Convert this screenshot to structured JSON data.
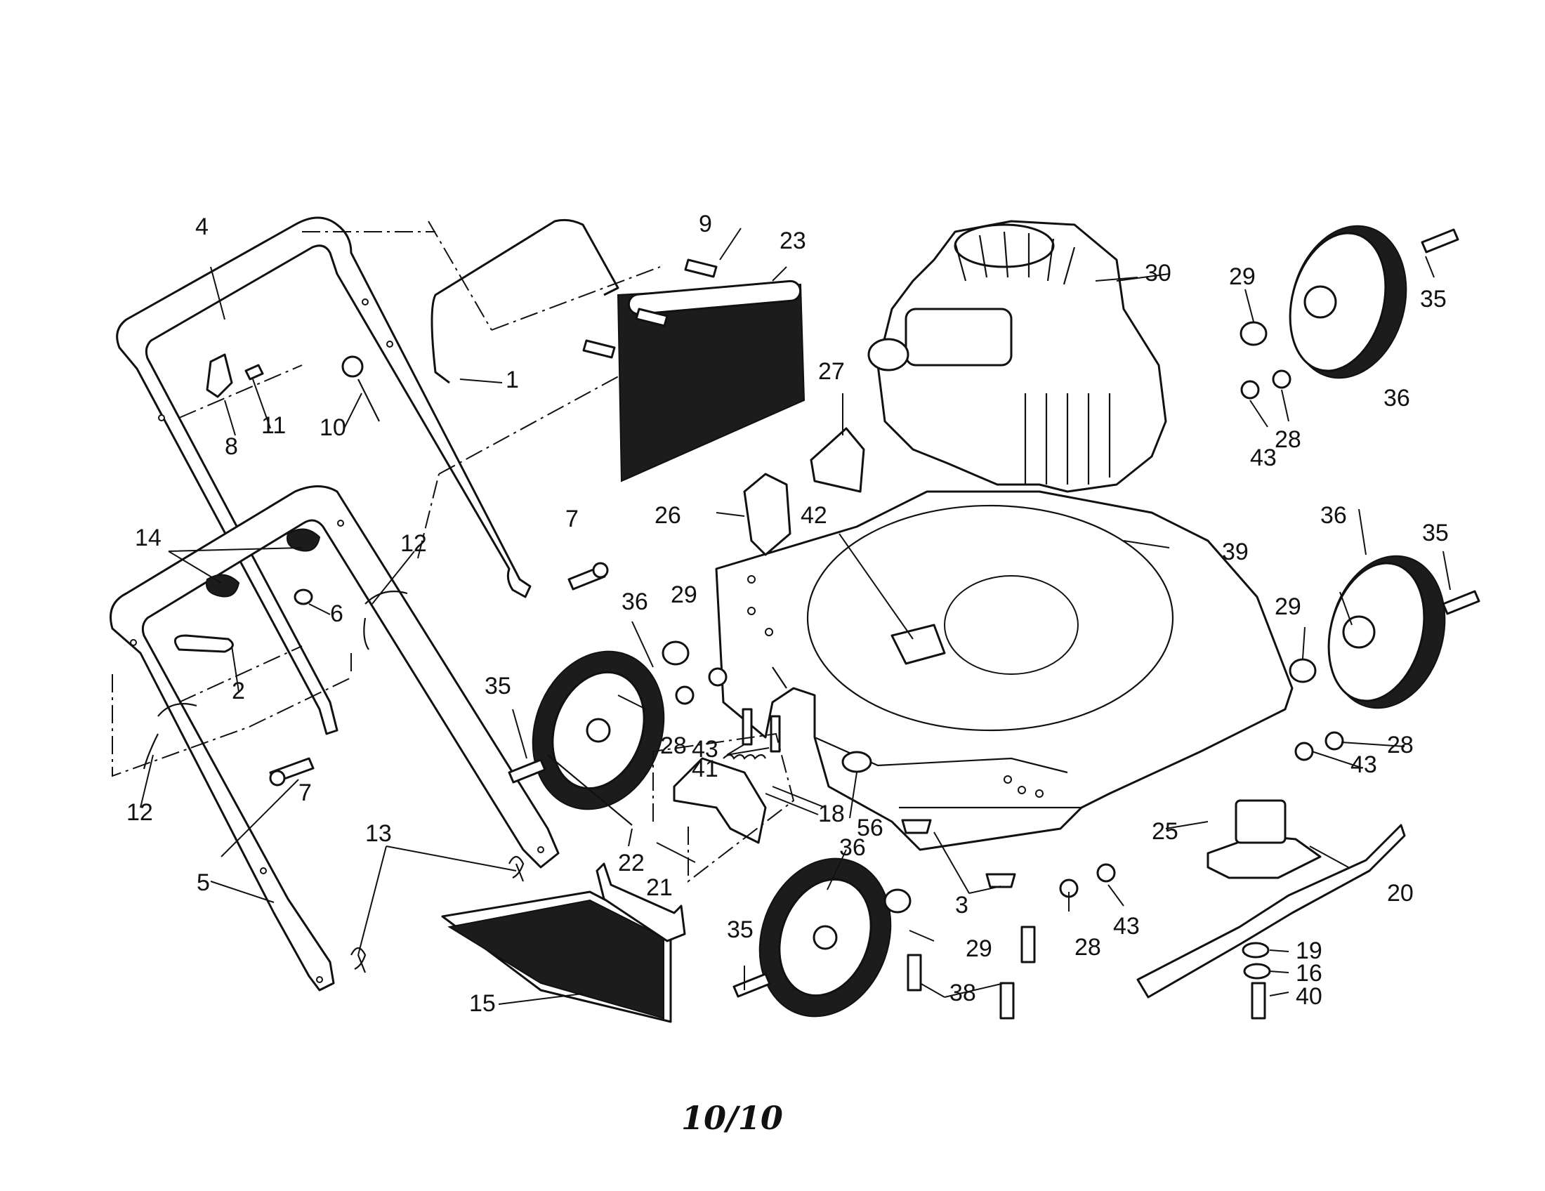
{
  "page": {
    "number_label": "10/10"
  },
  "callouts": [
    "1",
    "2",
    "3",
    "4",
    "5",
    "6",
    "7",
    "7",
    "8",
    "9",
    "10",
    "11",
    "12",
    "12",
    "13",
    "14",
    "15",
    "16",
    "18",
    "19",
    "20",
    "21",
    "22",
    "23",
    "25",
    "26",
    "27",
    "28",
    "28",
    "28",
    "28",
    "29",
    "29",
    "29",
    "29",
    "30",
    "35",
    "35",
    "35",
    "35",
    "36",
    "36",
    "36",
    "36",
    "38",
    "39",
    "40",
    "41",
    "42",
    "43",
    "43",
    "43",
    "43",
    "56"
  ]
}
